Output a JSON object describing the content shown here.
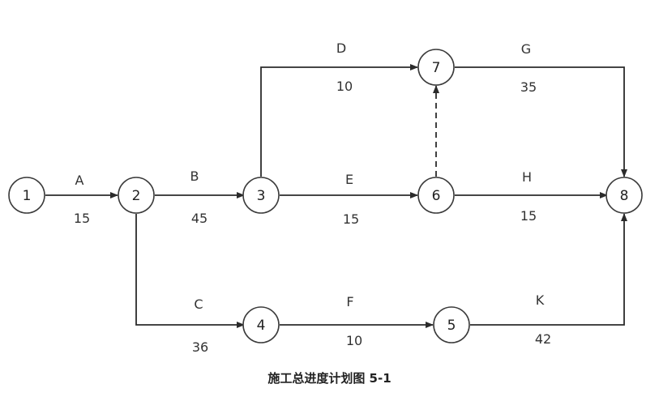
{
  "caption": "施工总进度计划图 5-1",
  "nodes": [
    {
      "id": "1",
      "label": "1"
    },
    {
      "id": "2",
      "label": "2"
    },
    {
      "id": "3",
      "label": "3"
    },
    {
      "id": "4",
      "label": "4"
    },
    {
      "id": "5",
      "label": "5"
    },
    {
      "id": "6",
      "label": "6"
    },
    {
      "id": "7",
      "label": "7"
    },
    {
      "id": "8",
      "label": "8"
    }
  ],
  "activities": [
    {
      "name": "A",
      "duration": "15",
      "from": "1",
      "to": "2"
    },
    {
      "name": "B",
      "duration": "45",
      "from": "2",
      "to": "3"
    },
    {
      "name": "C",
      "duration": "36",
      "from": "2",
      "to": "4"
    },
    {
      "name": "D",
      "duration": "10",
      "from": "3",
      "to": "7"
    },
    {
      "name": "E",
      "duration": "15",
      "from": "3",
      "to": "6"
    },
    {
      "name": "F",
      "duration": "10",
      "from": "4",
      "to": "5"
    },
    {
      "name": "G",
      "duration": "35",
      "from": "7",
      "to": "8"
    },
    {
      "name": "H",
      "duration": "15",
      "from": "6",
      "to": "8"
    },
    {
      "name": "K",
      "duration": "42",
      "from": "5",
      "to": "8"
    }
  ],
  "dummy_activities": [
    {
      "from": "6",
      "to": "7"
    }
  ]
}
